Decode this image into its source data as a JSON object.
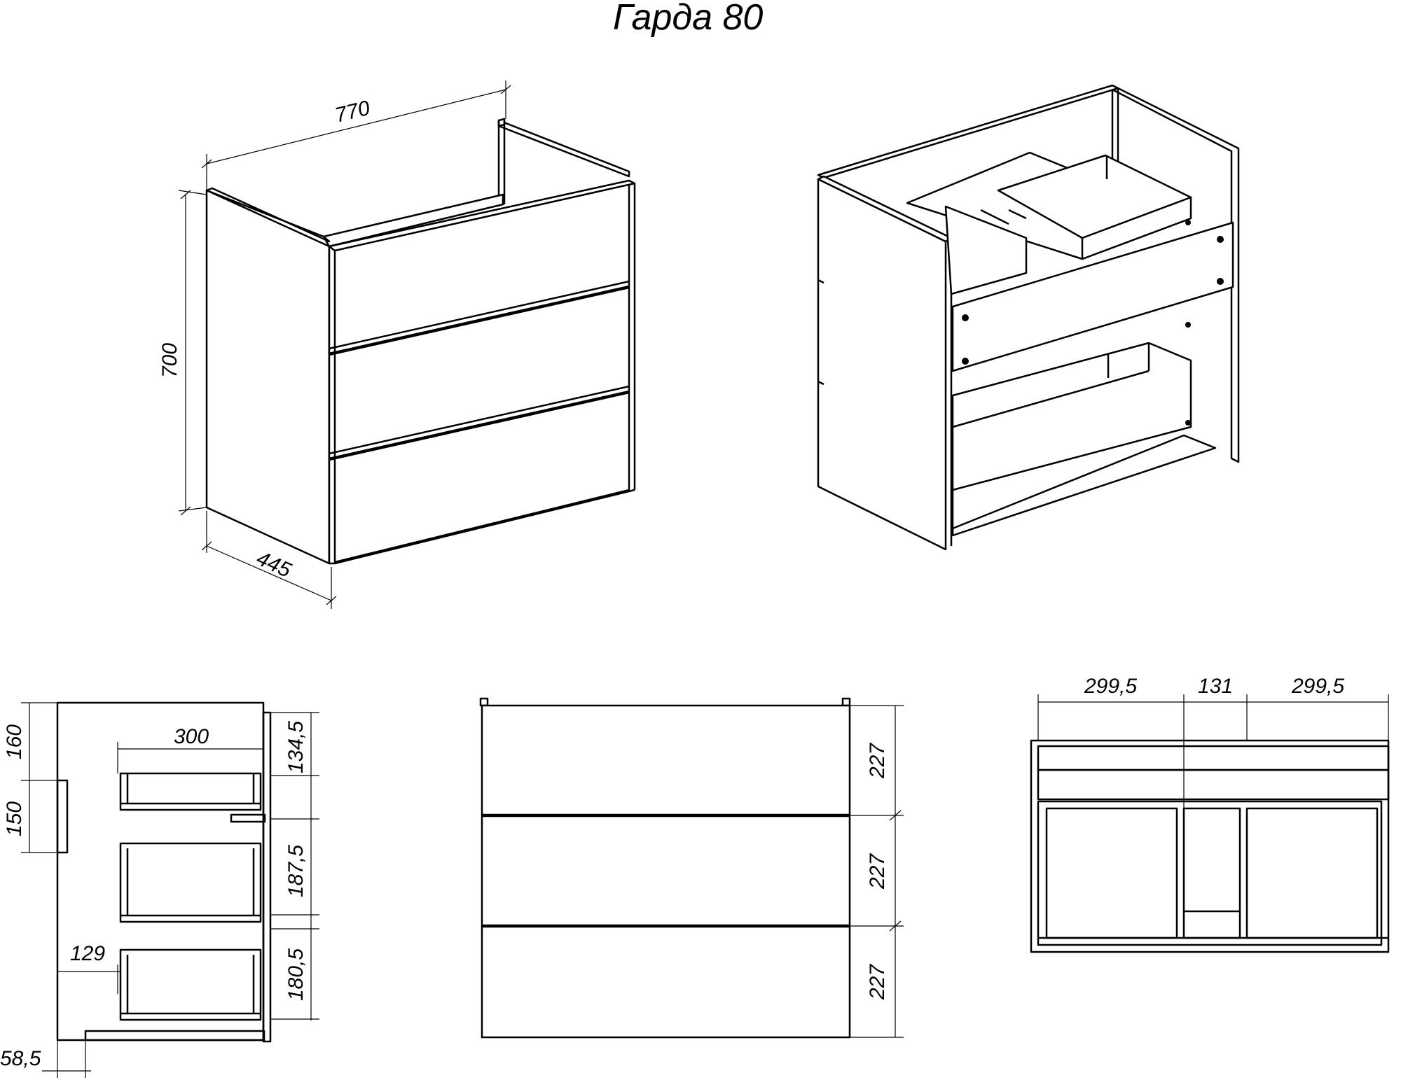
{
  "title": "Гарда 80",
  "views": {
    "iso_closed": {
      "dim_width": "770",
      "dim_height": "700",
      "dim_depth": "445"
    },
    "iso_open": {},
    "side_section": {
      "dim_300": "300",
      "dim_160": "160",
      "dim_150": "150",
      "dim_134_5": "134,5",
      "dim_187_5": "187,5",
      "dim_180_5": "180,5",
      "dim_129": "129",
      "dim_58_5": "58,5"
    },
    "front": {
      "drawer_height_1": "227",
      "drawer_height_2": "227",
      "drawer_height_3": "227"
    },
    "top": {
      "dim_left": "299,5",
      "dim_middle": "131",
      "dim_right": "299,5"
    }
  }
}
